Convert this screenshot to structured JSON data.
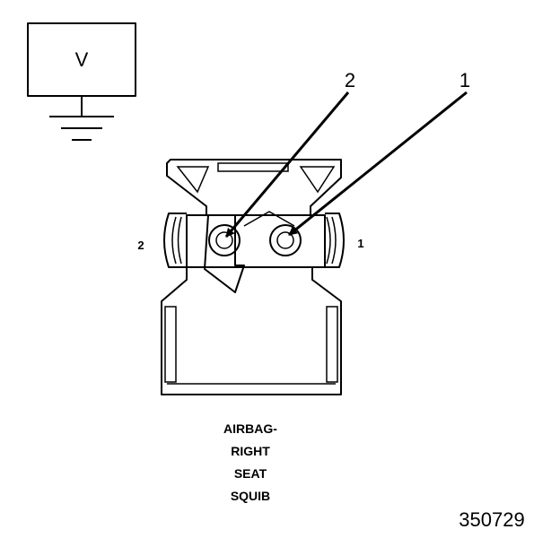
{
  "meter": {
    "symbol": "V"
  },
  "callouts": {
    "pointer_2": "2",
    "pointer_1": "1"
  },
  "connector": {
    "pin_left": "2",
    "pin_right": "1",
    "caption_lines": [
      "AIRBAG-",
      "RIGHT",
      "SEAT",
      "SQUIB"
    ]
  },
  "figure_number": "350729"
}
